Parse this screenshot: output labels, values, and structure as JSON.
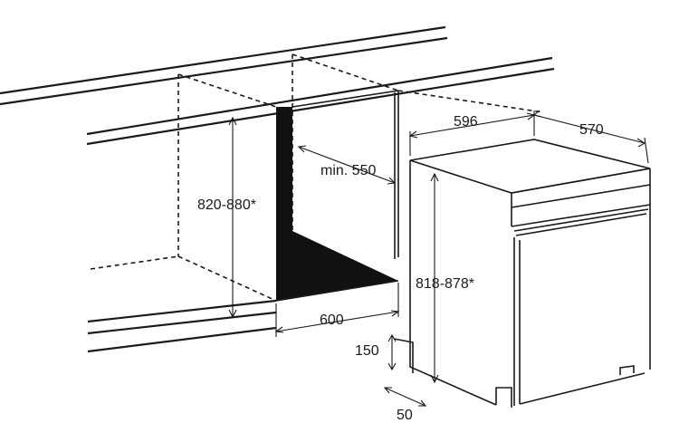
{
  "dimensions": {
    "niche_height": "820-880*",
    "niche_depth": "min. 550",
    "niche_width": "600",
    "appliance_width": "596",
    "appliance_depth": "570",
    "appliance_height": "818-878*",
    "plinth_height": "150",
    "plinth_depth": "50"
  },
  "colors": {
    "ink": "#1a1a1a",
    "background": "#ffffff"
  }
}
